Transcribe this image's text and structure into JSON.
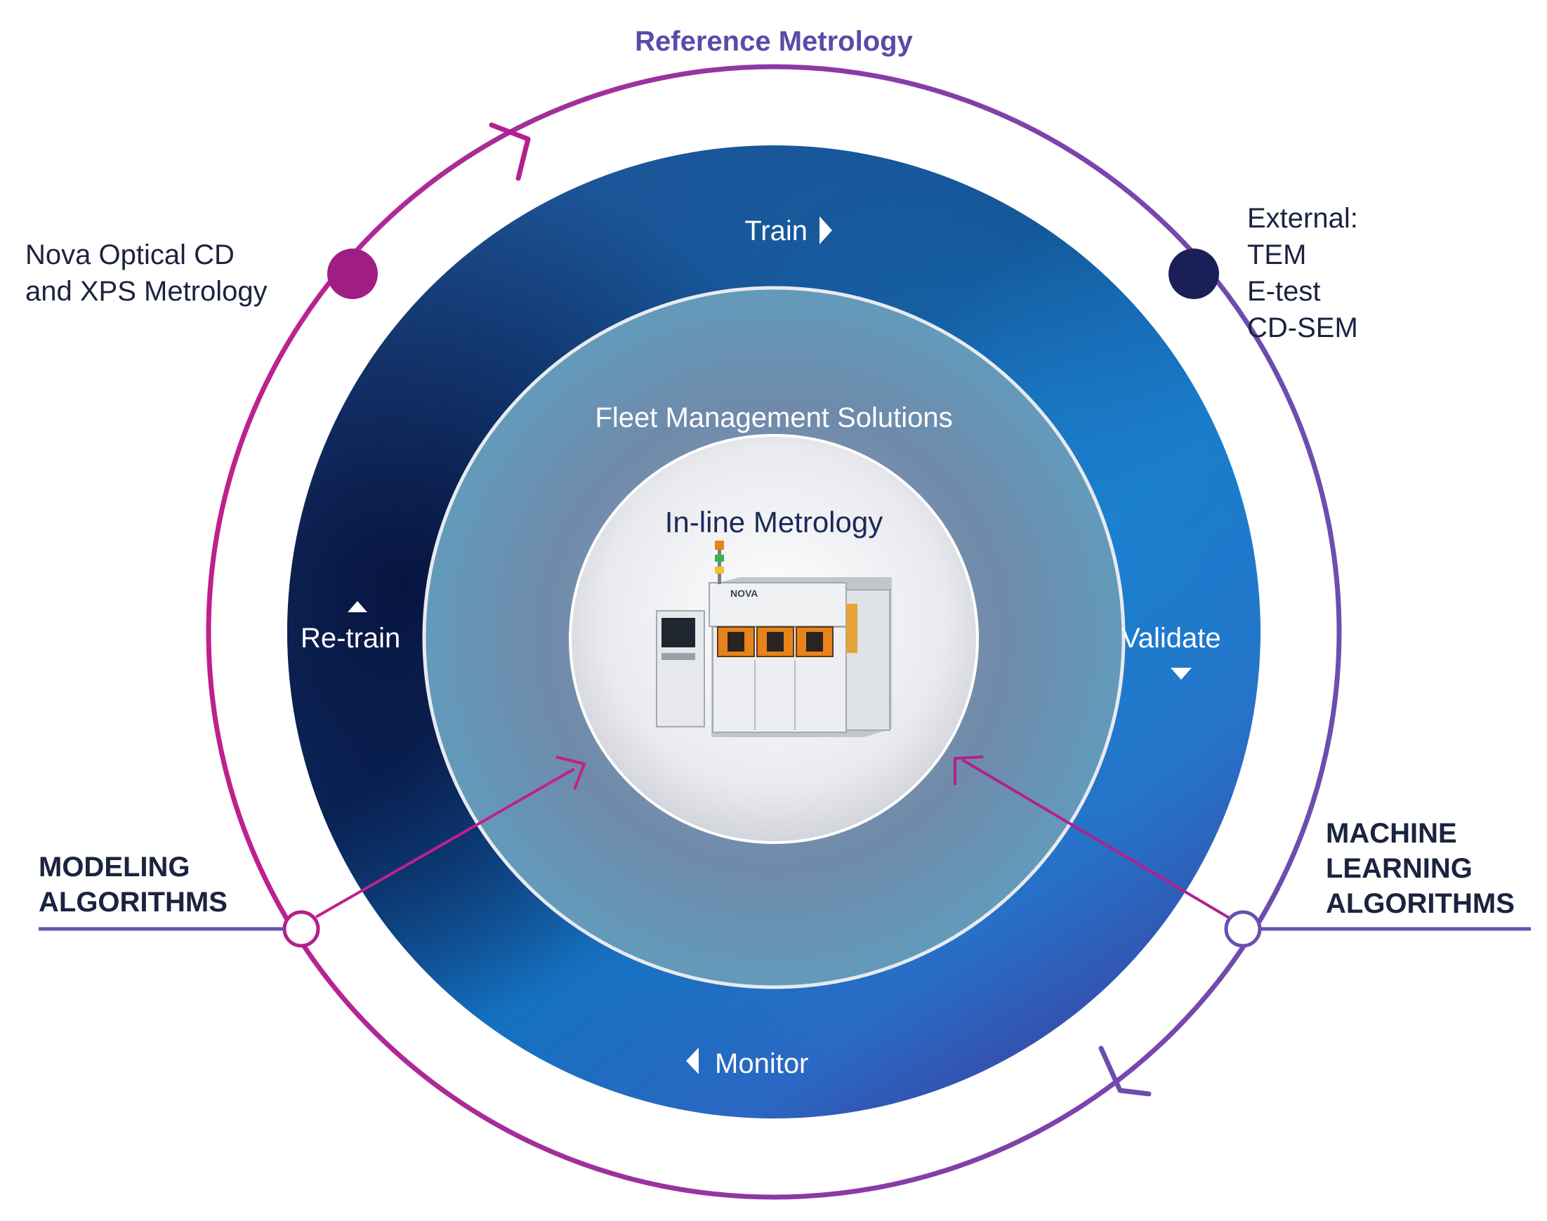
{
  "title": "Reference Metrology",
  "left_source": {
    "lines": [
      "Nova Optical CD",
      "and XPS Metrology"
    ]
  },
  "right_source": {
    "lines": [
      "External:",
      "TEM",
      "E-test",
      "CD-SEM"
    ]
  },
  "left_algorithms": {
    "lines": [
      "MODELING",
      "ALGORITHMS"
    ]
  },
  "right_algorithms": {
    "lines": [
      "MACHINE",
      "LEARNING",
      "ALGORITHMS"
    ]
  },
  "cycle_steps": {
    "train": "Train",
    "validate": "Validate",
    "monitor": "Monitor",
    "retrain": "Re-train"
  },
  "fleet_label": "Fleet Management Solutions",
  "center_label": "In-line Metrology",
  "tool_brand": "NOVA",
  "colors": {
    "title_purple": "#5b4aa8",
    "ring_magenta": "#b3208e",
    "ring_purple": "#6a4fb0",
    "dot_magenta": "#a11d86",
    "dot_navy": "#1b1f57",
    "outer_disc_blue": "#1a63ad",
    "center_white": "#f3f3f5",
    "machine_orange": "#e8821a"
  }
}
